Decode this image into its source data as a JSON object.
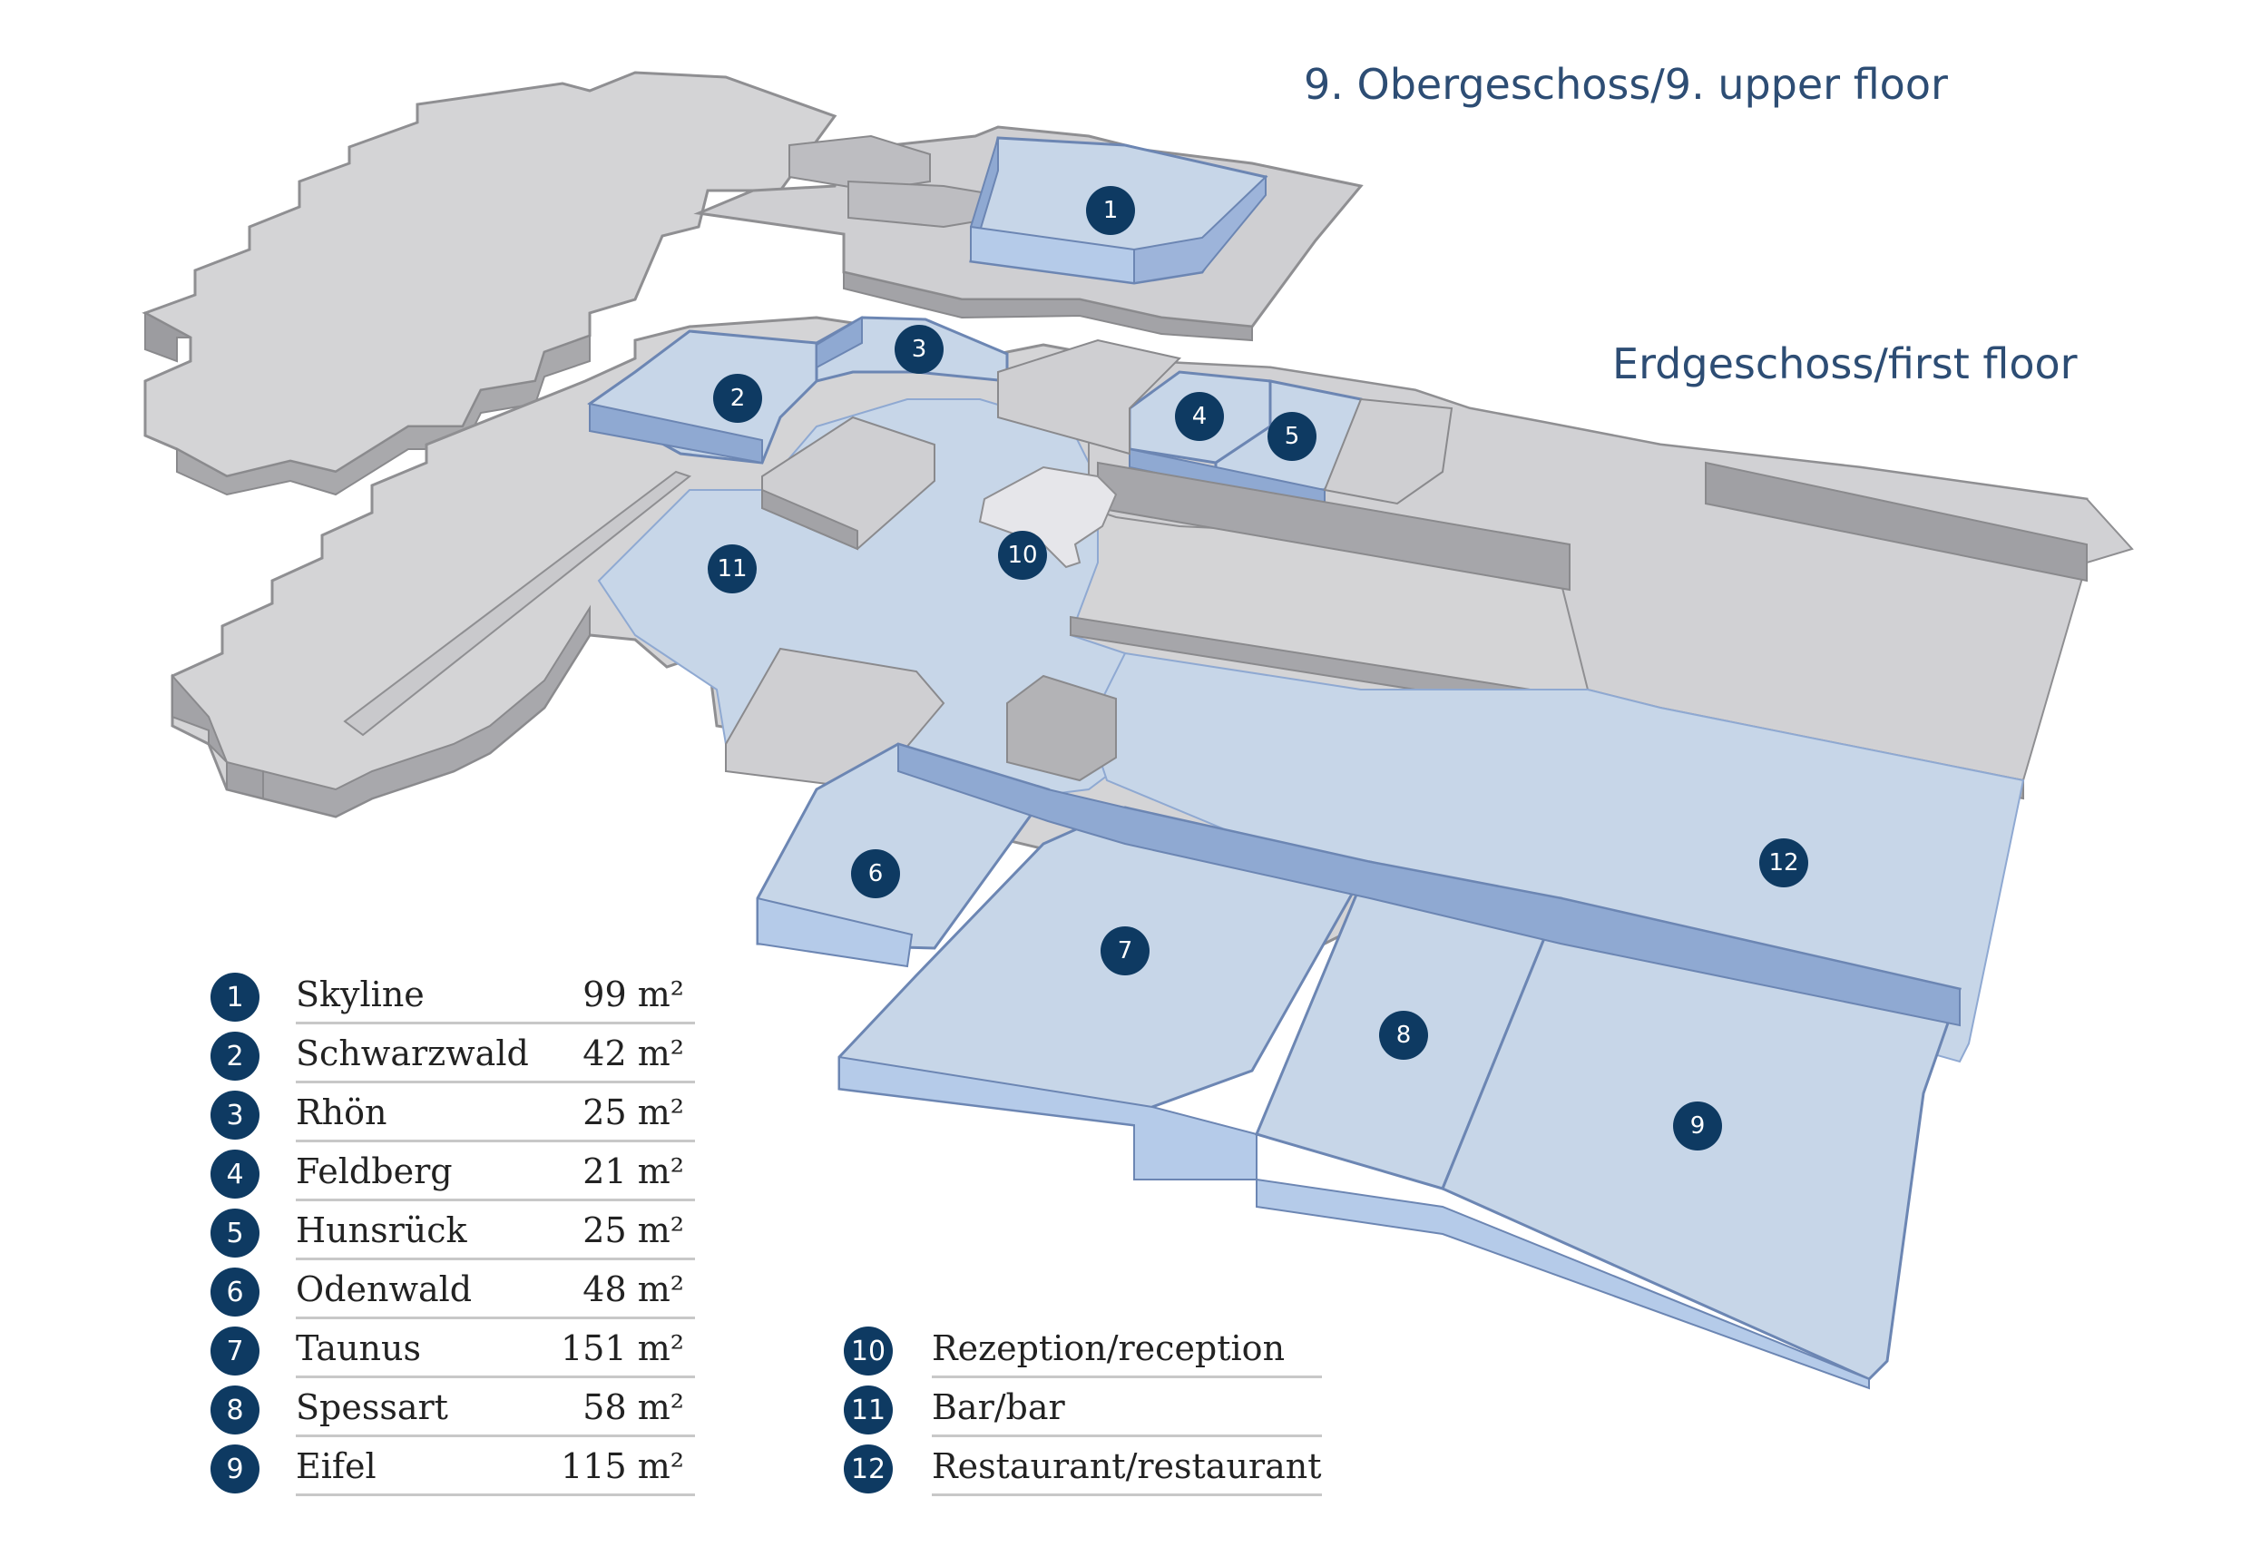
{
  "headings": {
    "upper": "9. Obergeschoss/9. upper floor",
    "ground": "Erdgeschoss/first floor"
  },
  "colors": {
    "marker": "#0e3a62",
    "wall_grey": "#a7a7ab",
    "floor_grey": "#d4d4d6",
    "room_blue": "#c7d6e8",
    "wall_blue": "#8fa9d2",
    "window_blue": "#b5cbe9",
    "heading": "#2d4d74"
  },
  "markers": [
    "1",
    "2",
    "3",
    "4",
    "5",
    "6",
    "7",
    "8",
    "9",
    "10",
    "11",
    "12"
  ],
  "rooms": [
    {
      "num": "1",
      "name": "Skyline",
      "area": "99 m²"
    },
    {
      "num": "2",
      "name": "Schwarzwald",
      "area": "42 m²"
    },
    {
      "num": "3",
      "name": "Rhön",
      "area": "25 m²"
    },
    {
      "num": "4",
      "name": "Feldberg",
      "area": "21 m²"
    },
    {
      "num": "5",
      "name": "Hunsrück",
      "area": "25 m²"
    },
    {
      "num": "6",
      "name": "Odenwald",
      "area": "48 m²"
    },
    {
      "num": "7",
      "name": "Taunus",
      "area": "151 m²"
    },
    {
      "num": "8",
      "name": "Spessart",
      "area": "58 m²"
    },
    {
      "num": "9",
      "name": "Eifel",
      "area": "115 m²"
    }
  ],
  "facilities": [
    {
      "num": "10",
      "name": "Rezeption/reception"
    },
    {
      "num": "11",
      "name": "Bar/bar"
    },
    {
      "num": "12",
      "name": "Restaurant/restaurant"
    }
  ]
}
